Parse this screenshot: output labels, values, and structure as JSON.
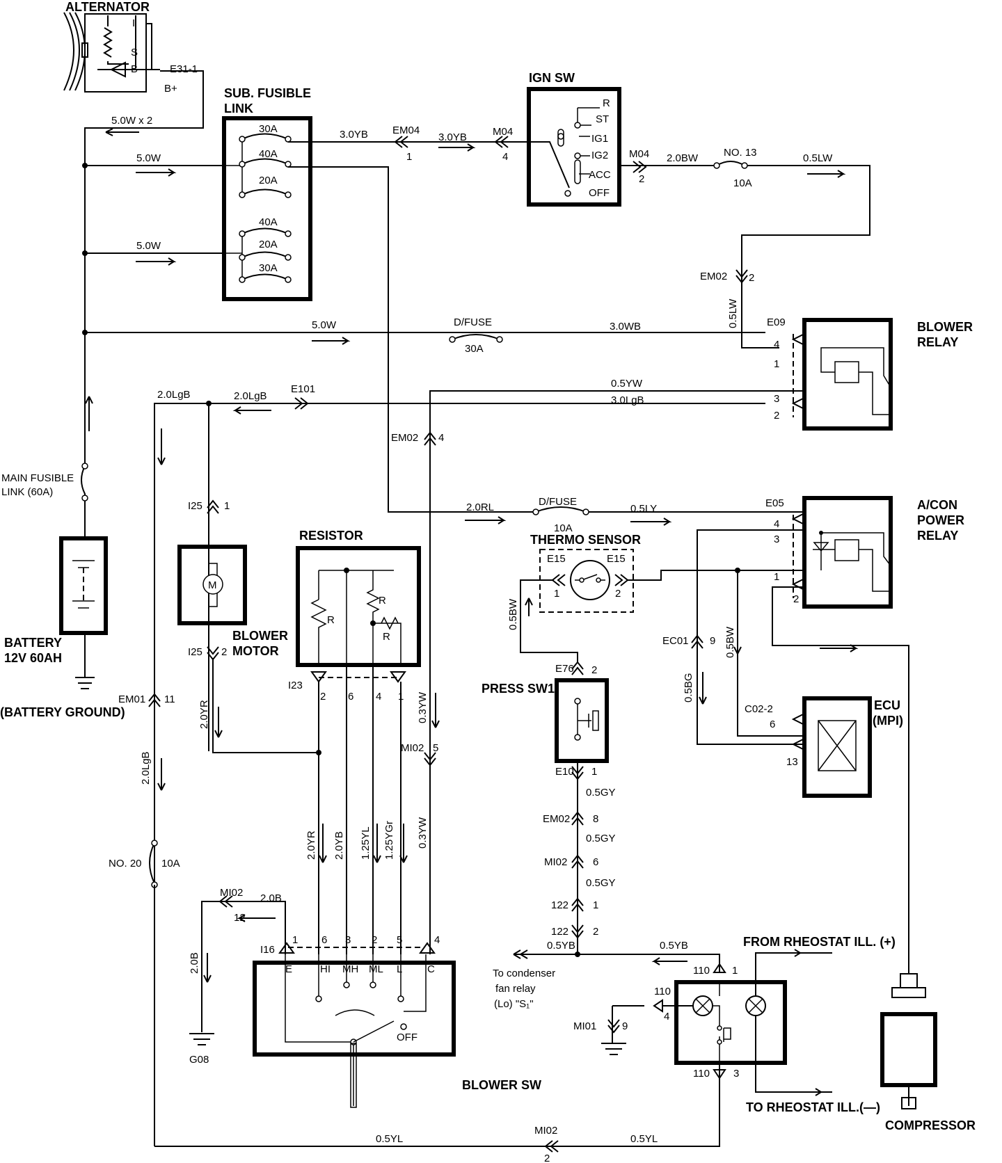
{
  "components": {
    "alternator": "ALTERNATOR",
    "sub_fusible_link": [
      "SUB. FUSIBLE",
      "LINK"
    ],
    "ign_sw": "IGN SW",
    "blower_relay": [
      "BLOWER",
      "RELAY"
    ],
    "acon_power_relay": [
      "A/CON",
      "POWER",
      "RELAY"
    ],
    "thermo_sensor": "THERMO SENSOR",
    "press_sw1": "PRESS SW1",
    "ecu": [
      "ECU",
      "(MPI)"
    ],
    "resistor": "RESISTOR",
    "blower_motor": [
      "BLOWER",
      "MOTOR"
    ],
    "blower_sw": "BLOWER SW",
    "battery": [
      "BATTERY",
      "12V 60AH"
    ],
    "battery_ground": "(BATTERY GROUND)",
    "main_fusible_link": [
      "MAIN FUSIBLE",
      "LINK (60A)"
    ],
    "compressor": "COMPRESSOR"
  },
  "alternator_terminals": [
    "I",
    "S",
    "B"
  ],
  "ign_positions": [
    "R",
    "ST",
    "IG1",
    "IG2",
    "ACC",
    "OFF"
  ],
  "fusible_link_ratings": [
    "30A",
    "40A",
    "20A",
    "40A",
    "20A",
    "30A"
  ],
  "fuses": {
    "d_fuse_30": [
      "D/FUSE",
      "30A"
    ],
    "d_fuse_10": [
      "D/FUSE",
      "10A"
    ],
    "no13": [
      "NO. 13",
      "10A"
    ],
    "no20": [
      "NO. 20",
      "10A"
    ]
  },
  "wires": {
    "w_5x2": "5.0W x 2",
    "w_5a": "5.0W",
    "w_5b": "5.0W",
    "w_5c": "5.0W",
    "w_3yb_a": "3.0YB",
    "w_3yb_b": "3.0YB",
    "w_2bw": "2.0BW",
    "w_05lw_a": "0.5LW",
    "w_05lw_b": "0.5LW",
    "w_3wb": "3.0WB",
    "w_05yw_top": "0.5YW",
    "w_3lgb": "3.0LgB",
    "w_2lgb_a": "2.0LgB",
    "w_2lgb_b": "2.0LgB",
    "w_2lgb_c": "2.0LgB",
    "w_2rl": "2.0RL",
    "w_05ly": "0.5LY",
    "w_05bw_a": "0.5BW",
    "w_05bw_b": "0.5BW",
    "w_05bg": "0.5BG",
    "w_2yr_a": "2.0YR",
    "w_2yr_b": "2.0YR",
    "w_2yb": "2.0YB",
    "w_125yl": "1.25YL",
    "w_125ygr": "1.25YGr",
    "w_03yw_a": "0.3YW",
    "w_03yw_b": "0.3YW",
    "w_05gy_a": "0.5GY",
    "w_05gy_b": "0.5GY",
    "w_05gy_c": "0.5GY",
    "w_05yb_a": "0.5YB",
    "w_05yb_b": "0.5YB",
    "w_2b_a": "2.0B",
    "w_2b_b": "2.0B",
    "w_05yl_a": "0.5YL",
    "w_05yl_b": "0.5YL"
  },
  "connectors": {
    "e31": "E31-1",
    "bplus": "B+",
    "em04": "EM04",
    "em04_pin": "1",
    "m04a": "M04",
    "m04a_pin": "4",
    "m04b": "M04",
    "m04b_pin": "2",
    "em02_a": "EM02",
    "em02_a_pin": "2",
    "e09": "E09",
    "e101": "E101",
    "em02_b": "EM02",
    "em02_b_pin": "4",
    "e05": "E05",
    "i25_a": "I25",
    "i25_a_pin": "1",
    "i25_b": "I25",
    "i25_b_pin": "2",
    "e15_a": "E15",
    "e15_b": "E15",
    "ec01": "EC01",
    "ec01_pin": "9",
    "c02": "C02-2",
    "e76": "E76",
    "e76_pin": "2",
    "e10": "E10",
    "e10_pin": "1",
    "em02_c": "EM02",
    "em02_c_pin": "8",
    "mi02_a": "MI02",
    "mi02_a_pin": "6",
    "c122_a": "122",
    "c122_a_pin": "1",
    "c122_b": "122",
    "c122_b_pin": "2",
    "i23": "I23",
    "em01": "EM01",
    "em01_pin": "11",
    "mi02_b": "MI02",
    "mi02_b_pin": "5",
    "mi02_c": "MI02",
    "mi02_c_pin": "12",
    "i16": "I16",
    "mi01": "MI01",
    "mi01_pin": "9",
    "g08": "G08",
    "mi02_d": "MI02",
    "mi02_d_pin": "2"
  },
  "pins": {
    "br_4": "4",
    "br_1": "1",
    "br_3": "3",
    "br_2": "2",
    "ap_4": "4",
    "ap_3": "3",
    "ap_1": "1",
    "ap_2": "2",
    "ecu_6": "6",
    "ecu_13": "13",
    "ts_1": "1",
    "ts_2": "2",
    "i23_2": "2",
    "i23_6": "6",
    "i23_4": "4",
    "i23_1": "1",
    "bs_1": "1",
    "bs_6": "6",
    "bs_3": "3",
    "bs_2": "2",
    "bs_5": "5",
    "bs_4": "4",
    "ill_110a": "110",
    "ill_1": "1",
    "ill_110b": "110",
    "ill_4": "4",
    "ill_110c": "110",
    "ill_3": "3"
  },
  "blower_sw_terminals": [
    "E",
    "HI",
    "MH",
    "ML",
    "L",
    "C"
  ],
  "blower_sw_off": "OFF",
  "resistor_labels": [
    "R",
    "R",
    "R"
  ],
  "notes": {
    "condenser": [
      "To condenser",
      "fan relay",
      "(Lo) \"S₁\""
    ],
    "from_rheostat": "FROM RHEOSTAT ILL. (+)",
    "to_rheostat": "TO RHEOSTAT ILL.(—)"
  }
}
